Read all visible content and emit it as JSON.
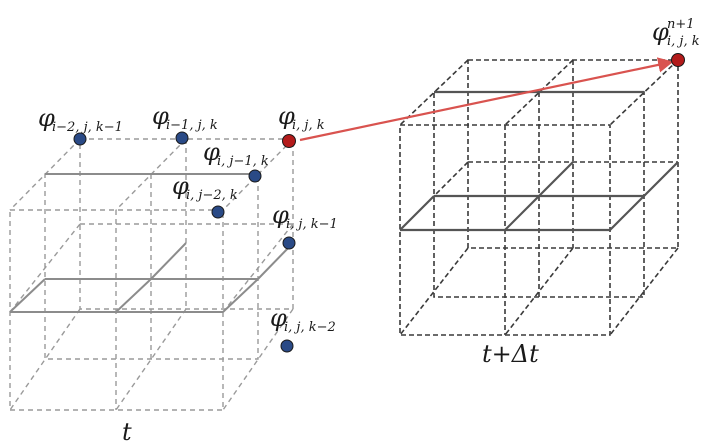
{
  "left_cube": {
    "time_label": "t",
    "points": [
      {
        "id": "p1",
        "symbol": "φ",
        "sub": "i−2, j, k−1",
        "sup": "",
        "color": "#2a4a86"
      },
      {
        "id": "p2",
        "symbol": "φ",
        "sub": "i−1, j, k",
        "sup": "",
        "color": "#2a4a86"
      },
      {
        "id": "p3",
        "symbol": "φ",
        "sub": "i, j, k",
        "sup": "",
        "color": "#b31b1b"
      },
      {
        "id": "p4",
        "symbol": "φ",
        "sub": "i, j−1, k",
        "sup": "",
        "color": "#2a4a86"
      },
      {
        "id": "p5",
        "symbol": "φ",
        "sub": "i, j−2, k",
        "sup": "",
        "color": "#2a4a86"
      },
      {
        "id": "p6",
        "symbol": "φ",
        "sub": "i, j, k−1",
        "sup": "",
        "color": "#2a4a86"
      },
      {
        "id": "p7",
        "symbol": "φ",
        "sub": "i, j, k−2",
        "sup": "",
        "color": "#2a4a86"
      }
    ]
  },
  "right_cube": {
    "time_label": "t+Δt",
    "points": [
      {
        "id": "p8",
        "symbol": "φ",
        "sub": "i, j, k",
        "sup": "n+1",
        "color": "#b31b1b"
      }
    ]
  },
  "arrow_color": "#d9534f"
}
